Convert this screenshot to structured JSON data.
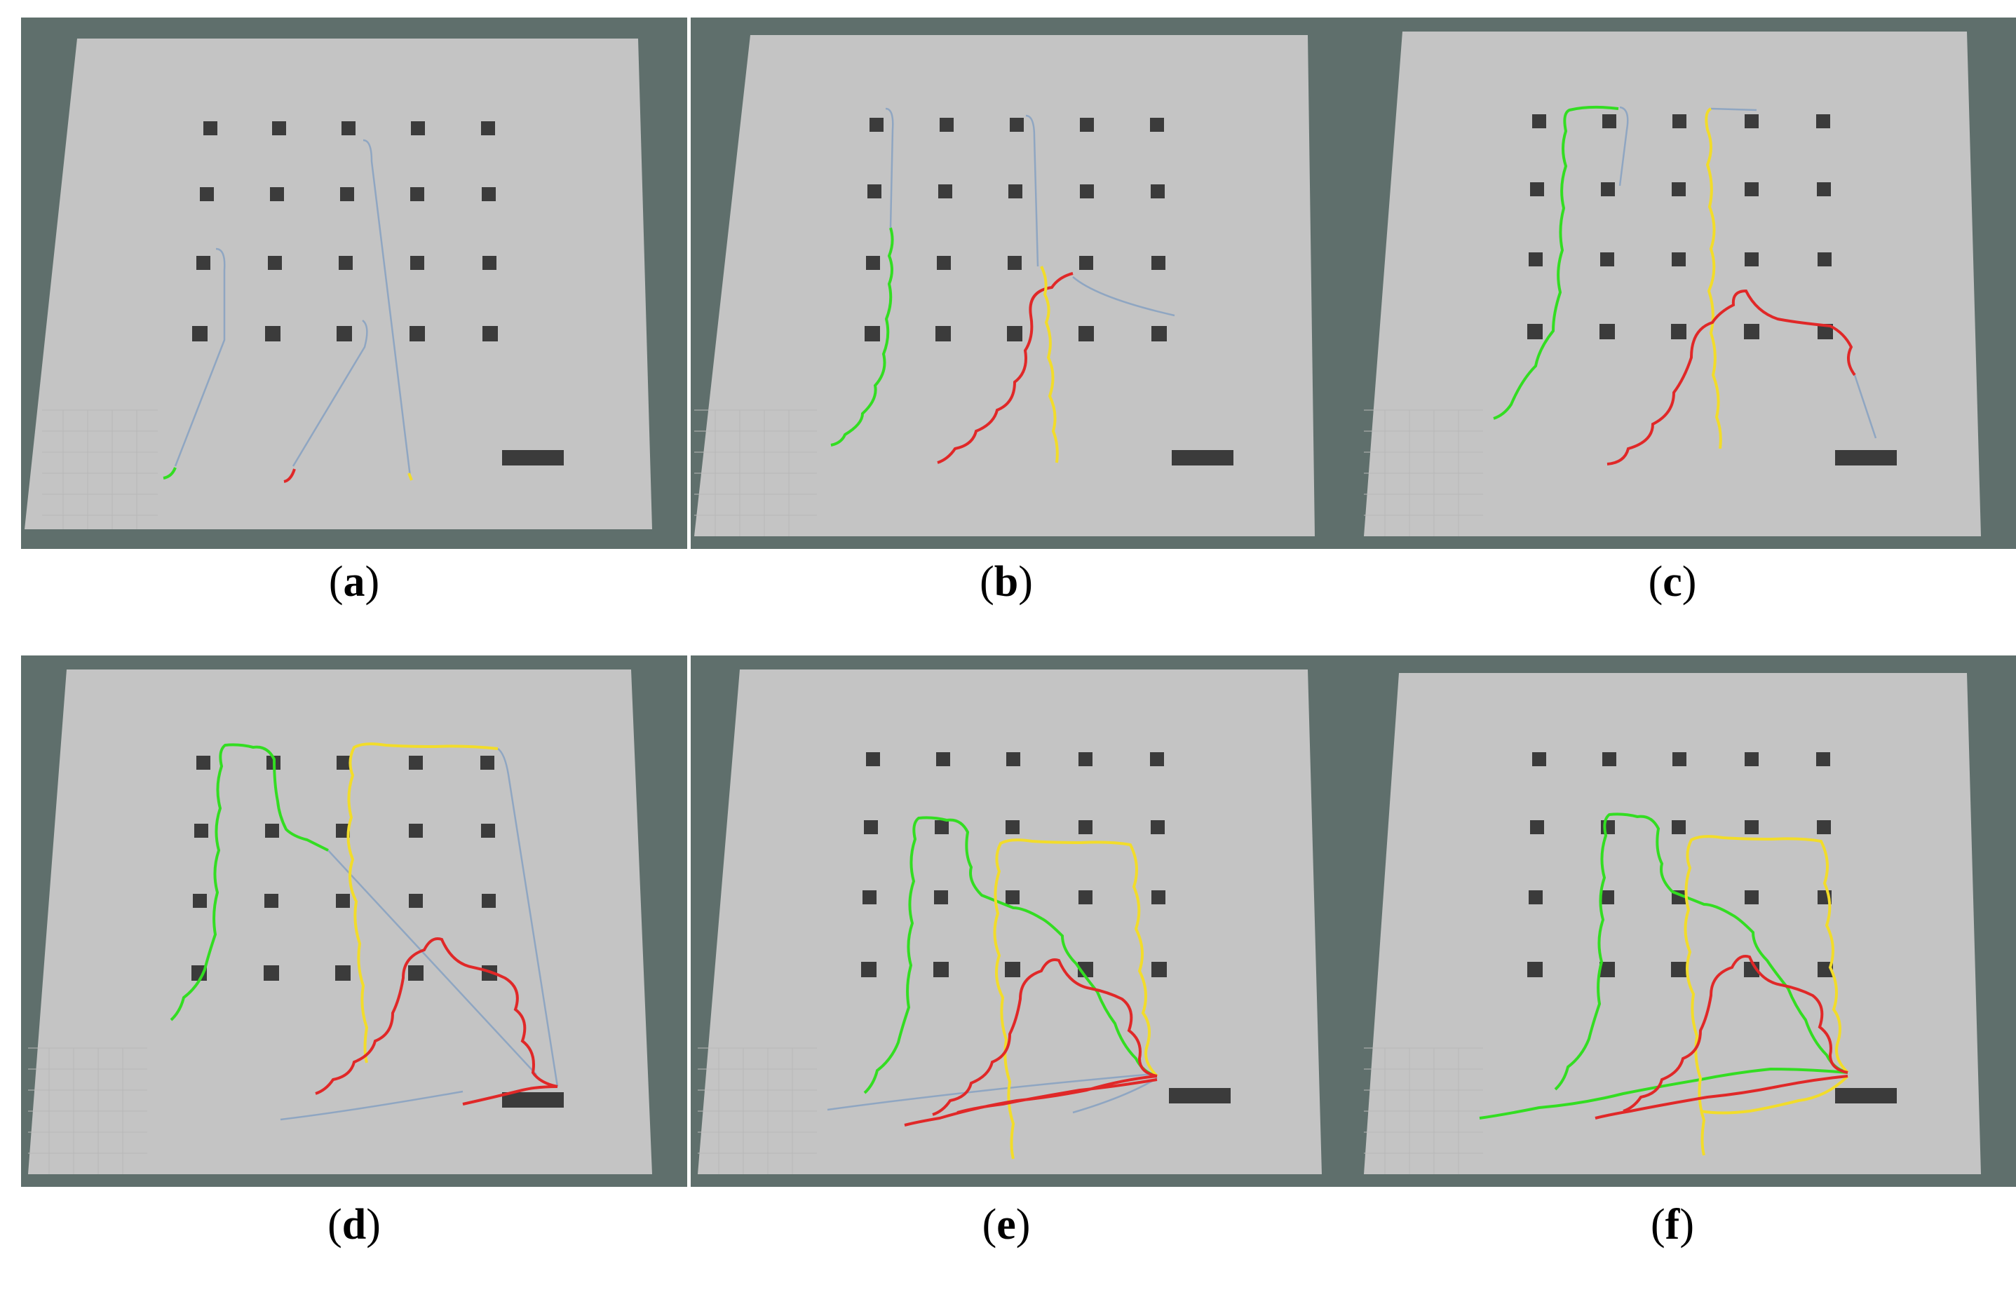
{
  "panels": [
    {
      "id": "a",
      "caption_open": "(",
      "caption_letter": "a",
      "caption_close": ")"
    },
    {
      "id": "b",
      "caption_open": "(",
      "caption_letter": "b",
      "caption_close": ")"
    },
    {
      "id": "c",
      "caption_open": "(",
      "caption_letter": "c",
      "caption_close": ")"
    },
    {
      "id": "d",
      "caption_open": "(",
      "caption_letter": "d",
      "caption_close": ")"
    },
    {
      "id": "e",
      "caption_open": "(",
      "caption_letter": "e",
      "caption_close": ")"
    },
    {
      "id": "f",
      "caption_open": "(",
      "caption_letter": "f",
      "caption_close": ")"
    }
  ],
  "colors": {
    "background": "#5f6f6c",
    "floor": "#c4c4c4",
    "obstacle": "#3b3b3b",
    "green_path": "#33dd22",
    "red_path": "#e02828",
    "yellow_path": "#f2dc2a",
    "planned_path": "#8fa6c2"
  }
}
